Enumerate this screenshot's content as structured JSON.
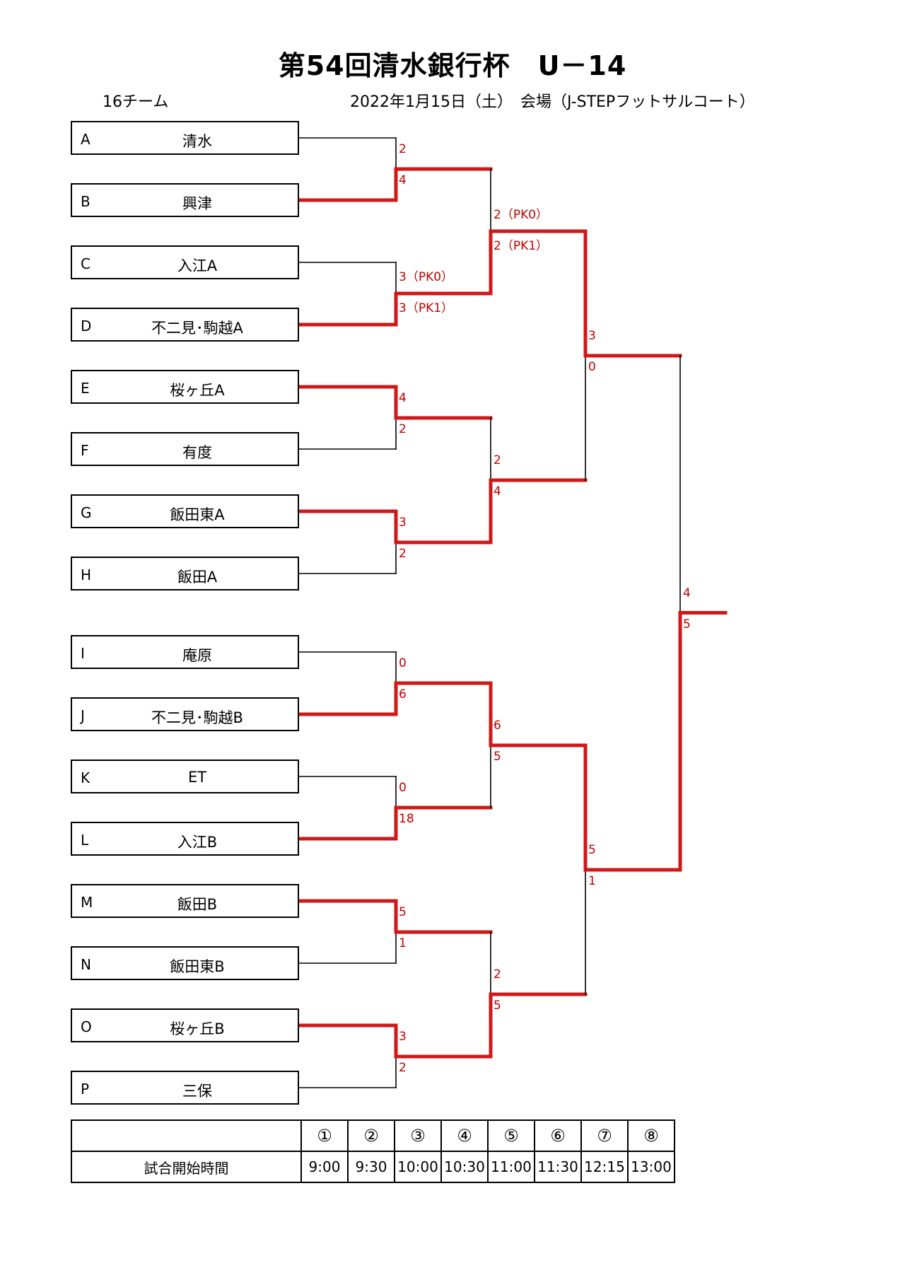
{
  "header": {
    "title": "第54回清水銀行杯　U－14",
    "team_count": "16チーム",
    "date_venue": "2022年1月15日（土）　会場（J-STEPフットサルコート）"
  },
  "colors": {
    "winner_line": "#d01818",
    "loser_line": "#000000",
    "score_text": "#c00000"
  },
  "teams": [
    {
      "letter": "A",
      "name": "清水"
    },
    {
      "letter": "B",
      "name": "興津"
    },
    {
      "letter": "C",
      "name": "入江A"
    },
    {
      "letter": "D",
      "name": "不二見･駒越A"
    },
    {
      "letter": "E",
      "name": "桜ヶ丘A"
    },
    {
      "letter": "F",
      "name": "有度"
    },
    {
      "letter": "G",
      "name": "飯田東A"
    },
    {
      "letter": "H",
      "name": "飯田A"
    },
    {
      "letter": "I",
      "name": "庵原"
    },
    {
      "letter": "J",
      "name": "不二見･駒越B"
    },
    {
      "letter": "K",
      "name": "ET"
    },
    {
      "letter": "L",
      "name": "入江B"
    },
    {
      "letter": "M",
      "name": "飯田B"
    },
    {
      "letter": "N",
      "name": "飯田東B"
    },
    {
      "letter": "O",
      "name": "桜ヶ丘B"
    },
    {
      "letter": "P",
      "name": "三保"
    }
  ],
  "scores": {
    "r1": [
      {
        "top": "2",
        "bottom": "4",
        "winner": "bottom"
      },
      {
        "top": "3（PK0）",
        "bottom": "3（PK1）",
        "winner": "bottom"
      },
      {
        "top": "4",
        "bottom": "2",
        "winner": "top"
      },
      {
        "top": "3",
        "bottom": "2",
        "winner": "top"
      },
      {
        "top": "0",
        "bottom": "6",
        "winner": "bottom"
      },
      {
        "top": "0",
        "bottom": "18",
        "winner": "bottom"
      },
      {
        "top": "5",
        "bottom": "1",
        "winner": "top"
      },
      {
        "top": "3",
        "bottom": "2",
        "winner": "top"
      }
    ],
    "r2": [
      {
        "top": "2（PK0）",
        "bottom": "2（PK1）",
        "winner": "bottom"
      },
      {
        "top": "2",
        "bottom": "4",
        "winner": "bottom"
      },
      {
        "top": "6",
        "bottom": "5",
        "winner": "top"
      },
      {
        "top": "2",
        "bottom": "5",
        "winner": "bottom"
      }
    ],
    "r3": [
      {
        "top": "3",
        "bottom": "0",
        "winner": "top"
      },
      {
        "top": "5",
        "bottom": "1",
        "winner": "top"
      }
    ],
    "final": {
      "top": "4",
      "bottom": "5",
      "winner": "bottom"
    }
  },
  "schedule": {
    "label": "試合開始時間",
    "slots": [
      {
        "mark": "①",
        "time": "9:00"
      },
      {
        "mark": "②",
        "time": "9:30"
      },
      {
        "mark": "③",
        "time": "10:00"
      },
      {
        "mark": "④",
        "time": "10:30"
      },
      {
        "mark": "⑤",
        "time": "11:00"
      },
      {
        "mark": "⑥",
        "time": "11:30"
      },
      {
        "mark": "⑦",
        "time": "12:15"
      },
      {
        "mark": "⑧",
        "time": "13:00"
      }
    ]
  }
}
